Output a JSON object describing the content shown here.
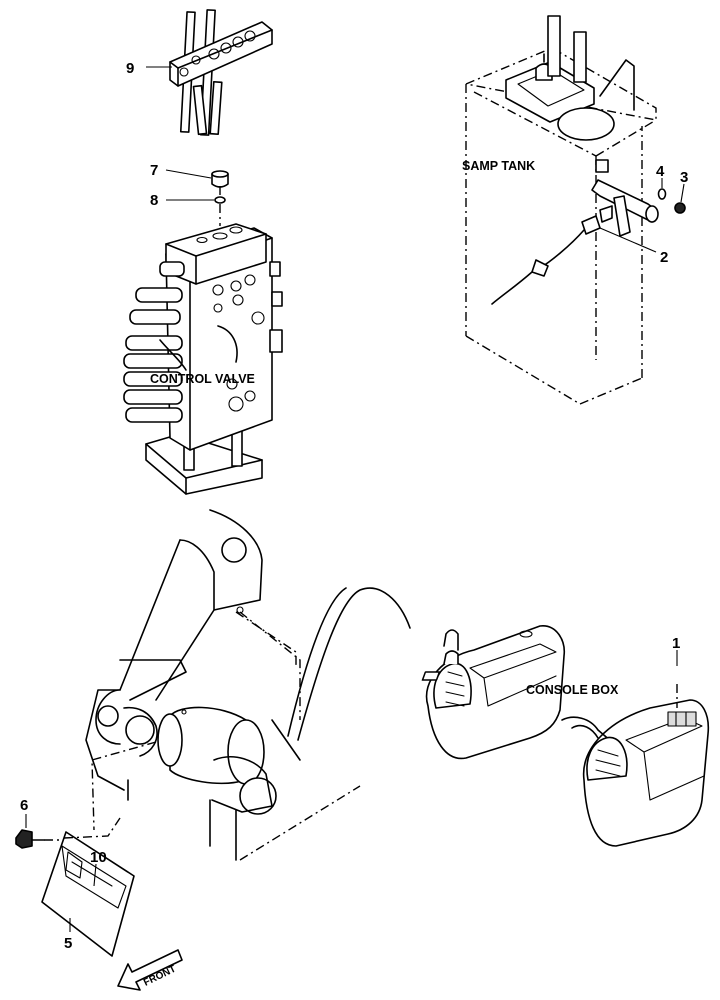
{
  "labels": {
    "control_valve": "CONTROL VALVE",
    "samp_tank": "SAMP TANK",
    "console_box": "CONSOLE BOX",
    "front": "FRONT"
  },
  "callouts": {
    "p1": "1",
    "p2": "2",
    "p3": "3",
    "p4": "4",
    "p5": "5",
    "p6": "6",
    "p7": "7",
    "p8": "8",
    "p9": "9",
    "p10": "10"
  }
}
